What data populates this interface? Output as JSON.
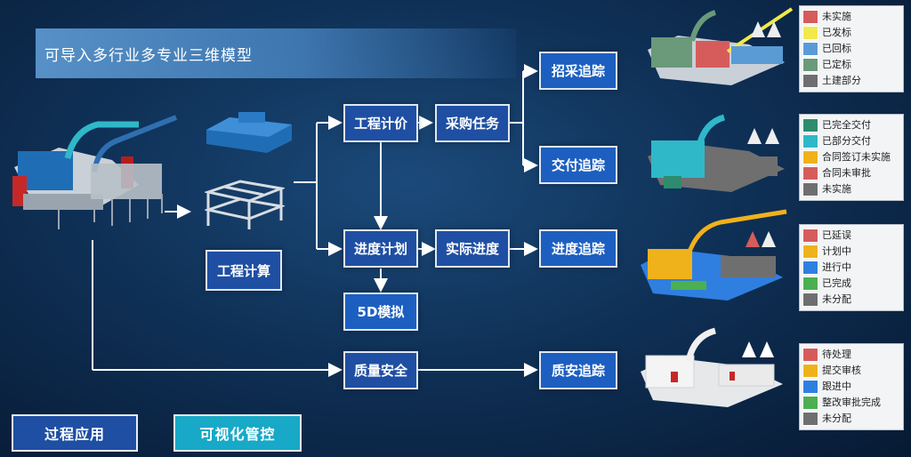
{
  "banner": {
    "title": "可导入多行业多专业三维模型"
  },
  "nodes": {
    "engineering_calc": "工程计算",
    "engineering_pricing": "工程计价",
    "procurement_task": "采购任务",
    "tender_tracking": "招采追踪",
    "delivery_tracking": "交付追踪",
    "progress_plan": "进度计划",
    "actual_progress": "实际进度",
    "progress_tracking": "进度追踪",
    "sim_5d": "5D模拟",
    "quality_safety": "质量安全",
    "qs_tracking": "质安追踪"
  },
  "bottom_buttons": {
    "process_app": "过程应用",
    "visual_control": "可视化管控"
  },
  "legends": [
    {
      "items": [
        {
          "label": "未实施",
          "color": "#d65c5c"
        },
        {
          "label": "已发标",
          "color": "#f2e94a"
        },
        {
          "label": "已回标",
          "color": "#5b9bd5"
        },
        {
          "label": "已定标",
          "color": "#6a9a7a"
        },
        {
          "label": "土建部分",
          "color": "#6f6f6f"
        }
      ]
    },
    {
      "items": [
        {
          "label": "已完全交付",
          "color": "#2e8b6e"
        },
        {
          "label": "已部分交付",
          "color": "#2fb8c8"
        },
        {
          "label": "合同签订未实施",
          "color": "#f0b21a"
        },
        {
          "label": "合同未审批",
          "color": "#d65c5c"
        },
        {
          "label": "未实施",
          "color": "#6f6f6f"
        }
      ]
    },
    {
      "items": [
        {
          "label": "已延误",
          "color": "#d65c5c"
        },
        {
          "label": "计划中",
          "color": "#f0b21a"
        },
        {
          "label": "进行中",
          "color": "#2f7fe0"
        },
        {
          "label": "已完成",
          "color": "#4caf50"
        },
        {
          "label": "未分配",
          "color": "#6f6f6f"
        }
      ]
    },
    {
      "items": [
        {
          "label": "待处理",
          "color": "#d65c5c"
        },
        {
          "label": "提交审核",
          "color": "#f0b21a"
        },
        {
          "label": "跟进中",
          "color": "#2f7fe0"
        },
        {
          "label": "整改审批完成",
          "color": "#4caf50"
        },
        {
          "label": "未分配",
          "color": "#6f6f6f"
        }
      ]
    }
  ]
}
